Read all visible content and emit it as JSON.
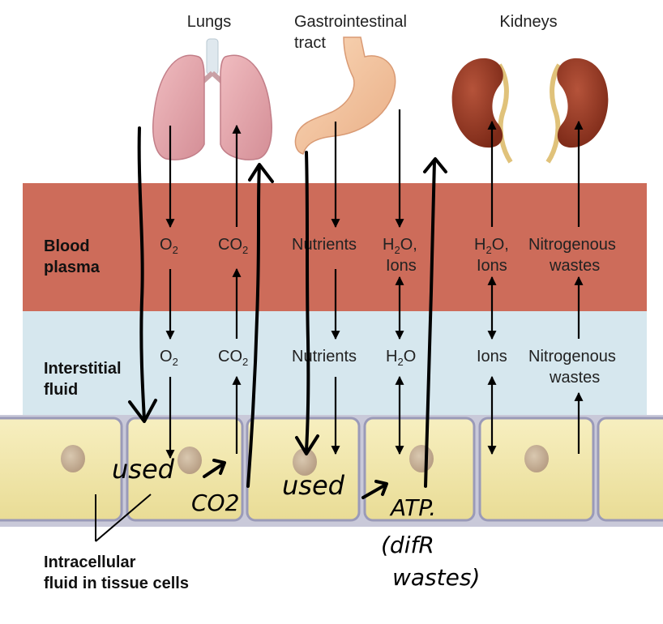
{
  "organs": {
    "lungs": "Lungs",
    "gi_line1": "Gastrointestinal",
    "gi_line2": "tract",
    "kidneys": "Kidneys"
  },
  "layers": {
    "plasma_line1": "Blood",
    "plasma_line2": "plasma",
    "interstitial_line1": "Interstitial",
    "interstitial_line2": "fluid",
    "intracellular_line1": "Intracellular",
    "intracellular_line2": "fluid in tissue cells"
  },
  "plasma_labels": {
    "o2": "O",
    "o2_sub": "2",
    "co2": "CO",
    "co2_sub": "2",
    "nutrients": "Nutrients",
    "h2o_a": "H",
    "h2o_a_sub": "2",
    "h2o_a_rest": "O,",
    "ions_a": "Ions",
    "h2o_b": "H",
    "h2o_b_sub": "2",
    "h2o_b_rest": "O,",
    "ions_b": "Ions",
    "nitro_line1": "Nitrogenous",
    "nitro_line2": "wastes"
  },
  "interstitial_labels": {
    "o2": "O",
    "o2_sub": "2",
    "co2": "CO",
    "co2_sub": "2",
    "nutrients": "Nutrients",
    "h2o": "H",
    "h2o_sub": "2",
    "h2o_rest": "O",
    "ions": "Ions",
    "nitro_line1": "Nitrogenous",
    "nitro_line2": "wastes"
  },
  "handwriting": {
    "used1": "used",
    "co2": "CO2",
    "used2": "used",
    "atp": "ATP.",
    "difr": "(difR",
    "wastes": "wastes)"
  },
  "colors": {
    "plasma": "#cd6c5a",
    "interstitial": "#d6e7ee",
    "cell": "#f0e6a8",
    "nucleus": "#c9b59d",
    "lung": "#e6a7ad",
    "stomach": "#f3c8a4",
    "kidney": "#9b3b27"
  }
}
